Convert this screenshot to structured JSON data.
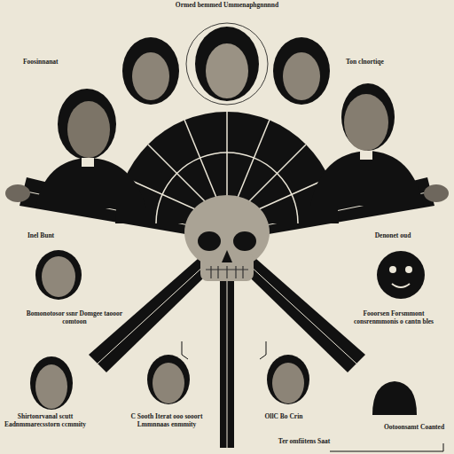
{
  "diagram": {
    "labels": [
      "Ormed bemmed Ummenaphgnnnnd",
      "Foosinnanat",
      "Ton clnortiqe",
      "Inel Bunt",
      "Denonet oud",
      "Bomonotosor ssnr Domgee taooor comtoon",
      "Fooorsen Forsmmont consrenmmonis o cantn bles",
      "Shirtonrvanal scutt Eadnmmarecsstorn ccmmity",
      "C Sooth Iterat ooo sooort Lmmnnaas enmmity",
      "OllC Bo Crin",
      "Ter omfiitens Saat",
      "Ootoonsamt Coanted"
    ]
  }
}
